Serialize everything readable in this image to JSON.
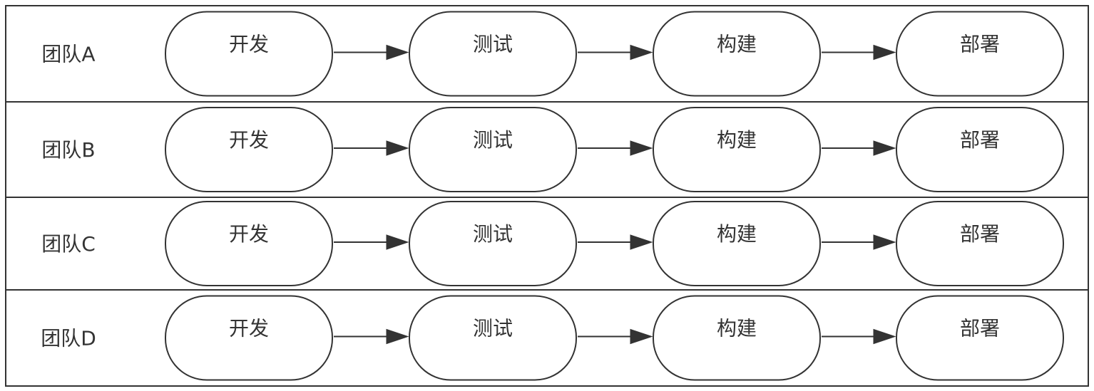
{
  "diagram": {
    "stages": [
      "开发",
      "测试",
      "构建",
      "部署"
    ],
    "lanes": [
      {
        "label": "团队A"
      },
      {
        "label": "团队B"
      },
      {
        "label": "团队C"
      },
      {
        "label": "团队D"
      }
    ]
  },
  "colors": {
    "stroke": "#333333",
    "background": "#ffffff"
  }
}
